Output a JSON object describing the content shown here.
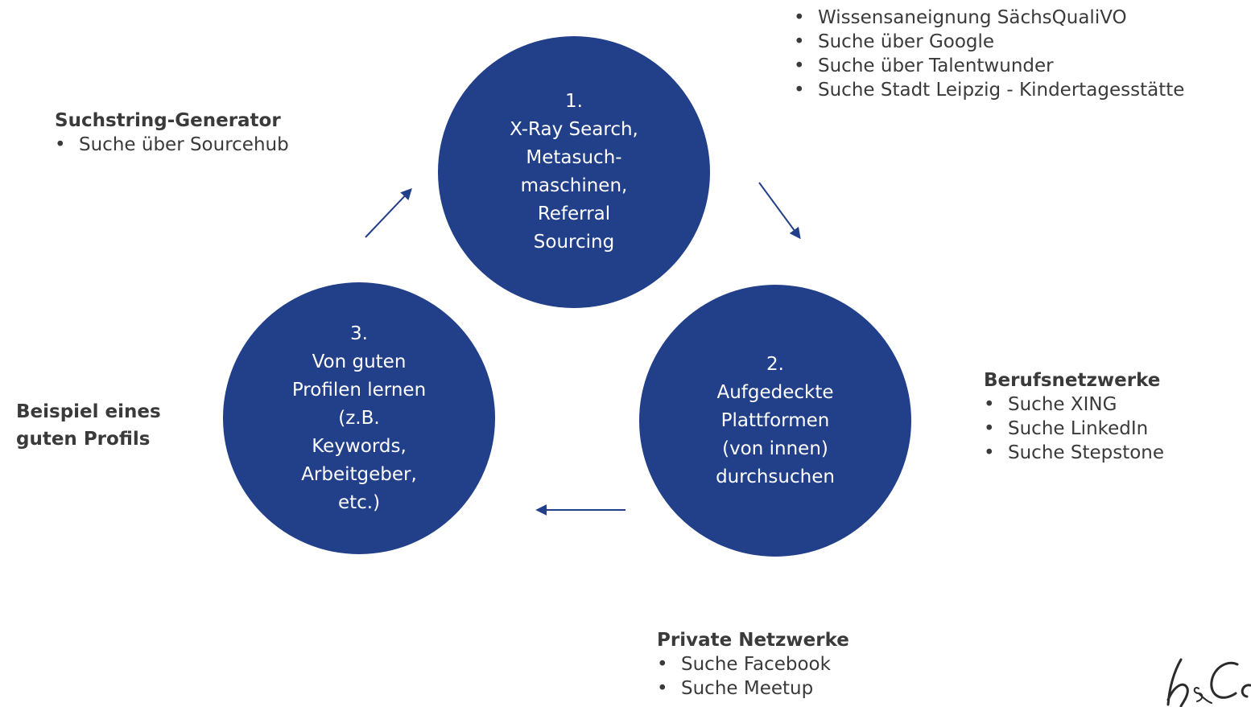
{
  "cycle": {
    "step1": {
      "lines": [
        "1.",
        "X-Ray Search,",
        "Metasuch-",
        "maschinen,",
        "Referral",
        "Sourcing"
      ]
    },
    "step2": {
      "lines": [
        "2.",
        "Aufgedeckte",
        "Plattformen",
        "(von innen)",
        "durchsuchen"
      ]
    },
    "step3": {
      "lines": [
        "3.",
        "Von guten",
        "Profilen lernen",
        "(z.B.",
        "Keywords,",
        "Arbeitgeber,",
        "etc.)"
      ]
    }
  },
  "top_right": {
    "items": [
      "Wissensaneignung SächsQualiVO",
      "Suche über Google",
      "Suche über Talentwunder",
      "Suche Stadt Leipzig - Kindertagesstätte"
    ]
  },
  "suchstring": {
    "heading": "Suchstring-Generator",
    "items": [
      "Suche über Sourcehub"
    ]
  },
  "beispiel": {
    "heading_line1": "Beispiel eines",
    "heading_line2": "guten Profils"
  },
  "beruf": {
    "heading": "Berufsnetzwerke",
    "items": [
      "Suche XING",
      "Suche LinkedIn",
      "Suche Stepstone"
    ]
  },
  "privat": {
    "heading": "Private Netzwerke",
    "items": [
      "Suche Facebook",
      "Suche Meetup"
    ]
  },
  "colors": {
    "circle": "#223f8a",
    "arrow": "#223f8a",
    "text": "#3a3a3a"
  },
  "logo": {
    "icon": "script-logo"
  }
}
